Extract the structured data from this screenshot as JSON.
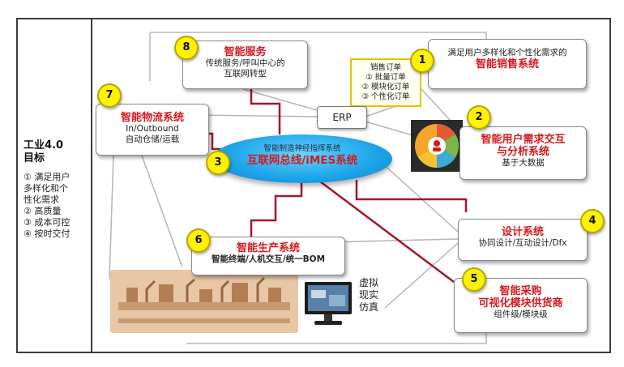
{
  "left_panel": {
    "title_line1": "工业4.0",
    "title_line2": "目标",
    "goals": [
      "① 满足用户",
      "多样化和个",
      "性化需求",
      "② 高质量",
      "③ 成本可控",
      "④ 按时交付"
    ]
  },
  "center": {
    "erp": "ERP",
    "bus_subtitle": "智能制造神经指挥系统",
    "bus_title": "互联网总线/iMES系统",
    "orders": [
      "销售订单",
      "① 批量订单",
      "② 模块化订单",
      "③ 个性化订单"
    ],
    "vr_label": [
      "虚拟",
      "现实",
      "仿真"
    ]
  },
  "nodes": {
    "n1": {
      "num": "1",
      "line1": "满足用户多样化和个性化需求的",
      "title": "智能销售系统"
    },
    "n2": {
      "num": "2",
      "title1": "智能用户需求交互",
      "title2": "与分析系统",
      "sub": "基于大数据"
    },
    "n3": {
      "num": "3"
    },
    "n4": {
      "num": "4",
      "title": "设计系统",
      "sub": "协同设计/互动设计/Dfx"
    },
    "n5": {
      "num": "5",
      "title1": "智能采购",
      "title2": "可视化模块供货商",
      "sub": "组件级/模块级"
    },
    "n6": {
      "num": "6",
      "title": "智能生产系统",
      "sub": "智能终端/人机交互/统一BOM"
    },
    "n7": {
      "num": "7",
      "title": "智能物流系统",
      "sub1": "In/Outbound",
      "sub2": "自动仓储/运载"
    },
    "n8": {
      "num": "8",
      "title": "智能服务",
      "sub1": "传统服务/呼叫中心的",
      "sub2": "互联网转型"
    }
  },
  "colors": {
    "accent_red": "#d6181f",
    "badge_yellow": "#fff200",
    "bus_blue": "#1fa7ea",
    "link_dark_red": "#a3162a"
  }
}
